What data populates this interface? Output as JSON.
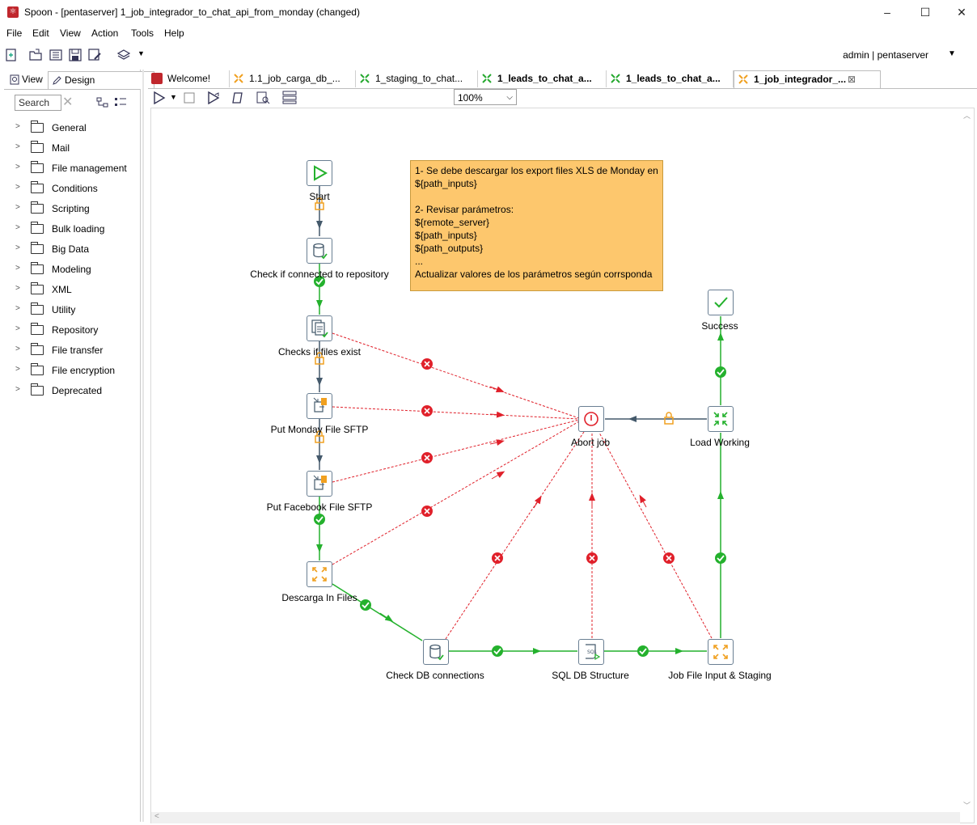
{
  "window": {
    "title": "Spoon - [pentaserver] 1_job_integrador_to_chat_api_from_monday (changed)",
    "icon": "spoon-icon"
  },
  "menu": [
    "File",
    "Edit",
    "View",
    "Action",
    "Tools",
    "Help"
  ],
  "toolbar": {
    "user": "admin",
    "separator": "|",
    "server": "pentaserver"
  },
  "left_panel": {
    "tabs": [
      "View",
      "Design"
    ],
    "search_placeholder": "Search",
    "categories": [
      "General",
      "Mail",
      "File management",
      "Conditions",
      "Scripting",
      "Bulk loading",
      "Big Data",
      "Modeling",
      "XML",
      "Utility",
      "Repository",
      "File transfer",
      "File encryption",
      "Deprecated"
    ]
  },
  "editor_tabs": [
    {
      "label": "Welcome!",
      "icon": "spoon-icon"
    },
    {
      "label": "1.1_job_carga_db_...",
      "icon": "job-icon"
    },
    {
      "label": "1_staging_to_chat...",
      "icon": "transformation-icon"
    },
    {
      "label": "1_leads_to_chat_a...",
      "icon": "transformation-icon"
    },
    {
      "label": "1_leads_to_chat_a...",
      "icon": "transformation-icon"
    },
    {
      "label": "1_job_integrador_...",
      "icon": "job-icon"
    }
  ],
  "zoom": "100%",
  "note": {
    "lines": [
      "1- Se debe descargar los export files XLS de Monday en",
      "${path_inputs}",
      "",
      "2- Revisar parámetros:",
      "${remote_server}",
      "${path_inputs}",
      "${path_outputs}",
      "...",
      "Actualizar valores de los parámetros según corrsponda"
    ]
  },
  "nodes": {
    "start": "Start",
    "check_repo": "Check if connected to repository",
    "checks_files": "Checks if files exist",
    "put_monday": "Put Monday File SFTP",
    "put_facebook": "Put Facebook File SFTP",
    "descarga": "Descarga In Files",
    "check_db": "Check DB connections",
    "sql_db": "SQL DB Structure",
    "job_file": "Job File Input & Staging",
    "load_working": "Load Working",
    "success": "Success",
    "abort": "Abort job"
  }
}
